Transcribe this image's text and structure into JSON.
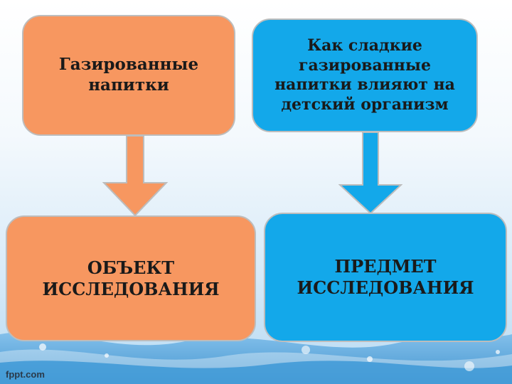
{
  "diagram": {
    "top_left": "Газированные напитки",
    "top_right": "Как сладкие газированные напитки влияют на детский организм",
    "bottom_left": "ОБЪЕКТ ИССЛЕДОВАНИЯ",
    "bottom_right": "ПРЕДМЕТ ИССЛЕДОВАНИЯ"
  },
  "colors": {
    "orange": "#f79760",
    "blue": "#13a8ea"
  },
  "footer": {
    "logo": "fppt.com"
  }
}
